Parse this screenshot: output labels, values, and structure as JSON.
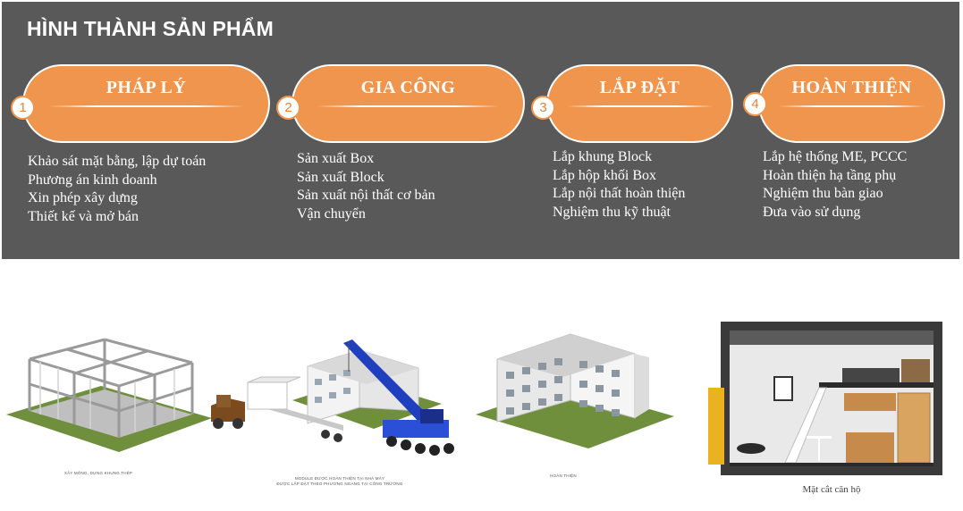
{
  "title": "HÌNH THÀNH SẢN PHẨM",
  "colors": {
    "banner": "#595959",
    "accent": "#f0954d",
    "text": "#ffffff"
  },
  "stages": [
    {
      "number": "1",
      "label": "PHÁP LÝ",
      "items": [
        "Khảo sát mặt bằng, lập dự toán",
        "Phương án kinh doanh",
        "Xin phép xây dựng",
        "Thiết kế và mở bán"
      ]
    },
    {
      "number": "2",
      "label": "GIA CÔNG",
      "items": [
        "Sản xuất Box",
        "Sản xuất Block",
        "Sản xuất nội thất cơ bản",
        "Vận chuyển"
      ]
    },
    {
      "number": "3",
      "label": "LẮP ĐẶT",
      "items": [
        "Lắp khung Block",
        "Lắp hộp khối Box",
        "Lắp nội thất hoàn thiện",
        "Nghiệm thu kỹ thuật"
      ]
    },
    {
      "number": "4",
      "label": "HOÀN THIỆN",
      "items": [
        "Lắp hệ thống ME, PCCC",
        "Hoàn thiện hạ tầng phụ",
        "Nghiệm thu bàn giao",
        "Đưa vào sử dụng"
      ]
    }
  ],
  "captions": {
    "frame": "XÂY MÓNG, DỰNG KHUNG THÉP",
    "transport_1": "MODULE ĐƯỢC HOÀN THIỆN TẠI NHÀ MÁY",
    "transport_2": "ĐƯỢC LẮP ĐẶT THEO PHƯƠNG NGANG TẠI CÔNG TRƯỜNG",
    "finished": "HOÀN THIỆN",
    "section": "Mặt cắt căn hộ"
  }
}
